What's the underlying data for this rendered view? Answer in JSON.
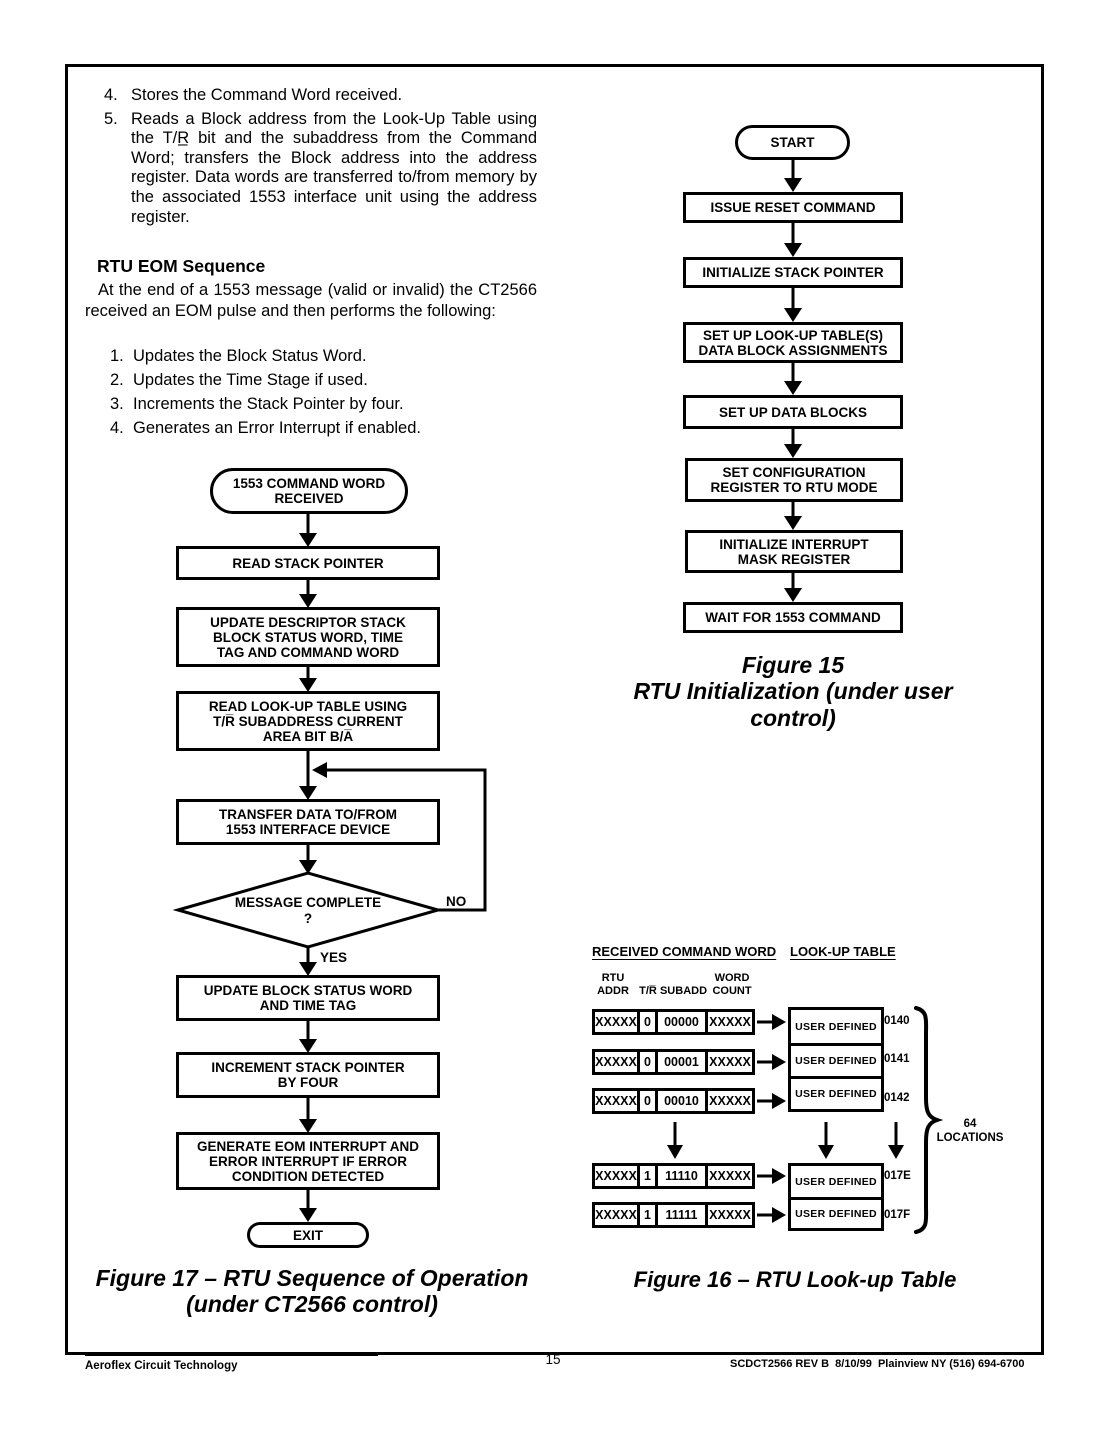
{
  "intro_items": [
    {
      "num": "4.",
      "text": "Stores the Command Word received."
    },
    {
      "num": "5.",
      "text": "Reads a Block address from the Look-Up Table using the T/R̲ bit and the subaddress from the Command Word; transfers the Block address into the address register. Data words are transferred to/from memory by the associated 1553 interface unit using the address register."
    }
  ],
  "section": {
    "heading": "RTU EOM Sequence",
    "intro": "At the end of a 1553 message (valid or invalid) the CT2566 received an EOM pulse and then performs the following:",
    "steps": [
      {
        "num": "1.",
        "text": "Updates the Block Status Word."
      },
      {
        "num": "2.",
        "text": "Updates the Time Stage if used."
      },
      {
        "num": "3.",
        "text": "Increments the Stack Pointer by four."
      },
      {
        "num": "4.",
        "text": "Generates an Error Interrupt if enabled."
      }
    ]
  },
  "fig17": {
    "start": "1553 COMMAND WORD\nRECEIVED",
    "box1": "READ STACK POINTER",
    "box2": "UPDATE DESCRIPTOR STACK\nBLOCK STATUS WORD, TIME\nTAG AND COMMAND WORD",
    "box3": "READ LOOK-UP TABLE USING\nT/R̅ SUBADDRESS CURRENT\nAREA BIT B/A̅",
    "box4": "TRANSFER DATA TO/FROM\n1553 INTERFACE DEVICE",
    "decision": "MESSAGE COMPLETE\n?",
    "no_label": "NO",
    "yes_label": "YES",
    "box5": "UPDATE BLOCK STATUS WORD\nAND TIME TAG",
    "box6": "INCREMENT STACK POINTER\nBY FOUR",
    "box7": "GENERATE EOM INTERRUPT AND\nERROR INTERRUPT IF ERROR\nCONDITION DETECTED",
    "exit": "EXIT",
    "caption1": "Figure 17 – RTU Sequence of Operation",
    "caption2": "(under CT2566 control)"
  },
  "fig15": {
    "start": "START",
    "box1": "ISSUE RESET COMMAND",
    "box2": "INITIALIZE STACK POINTER",
    "box3": "SET UP LOOK-UP TABLE(S)\nDATA BLOCK ASSIGNMENTS",
    "box4": "SET UP DATA BLOCKS",
    "box5": "SET CONFIGURATION\nREGISTER TO RTU MODE",
    "box6": "INITIALIZE INTERRUPT\nMASK REGISTER",
    "box7": "WAIT FOR 1553 COMMAND",
    "caption1": "Figure 15",
    "caption2": "RTU Initialization (under user control)"
  },
  "fig16": {
    "header_left": "RECEIVED COMMAND WORD",
    "header_right": "LOOK-UP TABLE",
    "col_rtu_addr": "RTU\nADDR",
    "col_tr": "T/R̅",
    "col_subadd": "SUBADD",
    "col_word_count": "WORD\nCOUNT",
    "rows": [
      [
        "XXXXX",
        "0",
        "00000",
        "XXXXX"
      ],
      [
        "XXXXX",
        "0",
        "00001",
        "XXXXX"
      ],
      [
        "XXXXX",
        "0",
        "00010",
        "XXXXX"
      ],
      [
        "XXXXX",
        "1",
        "11110",
        "XXXXX"
      ],
      [
        "XXXXX",
        "1",
        "11111",
        "XXXXX"
      ]
    ],
    "lut_top": [
      "USER DEFINED",
      "USER DEFINED",
      "USER DEFINED"
    ],
    "lut_bottom": [
      "USER DEFINED",
      "USER DEFINED"
    ],
    "addrs_top": [
      "0140",
      "0141",
      "0142"
    ],
    "addrs_bottom": [
      "017E",
      "017F"
    ],
    "brace_label": "64\nLOCATIONS",
    "caption": "Figure 16  –  RTU Look-up Table"
  },
  "footer": {
    "company": "Aeroflex Circuit Technology",
    "page": "15",
    "docinfo": "SCDCT2566 REV B  8/10/99  Plainview NY (516) 694-6700"
  }
}
